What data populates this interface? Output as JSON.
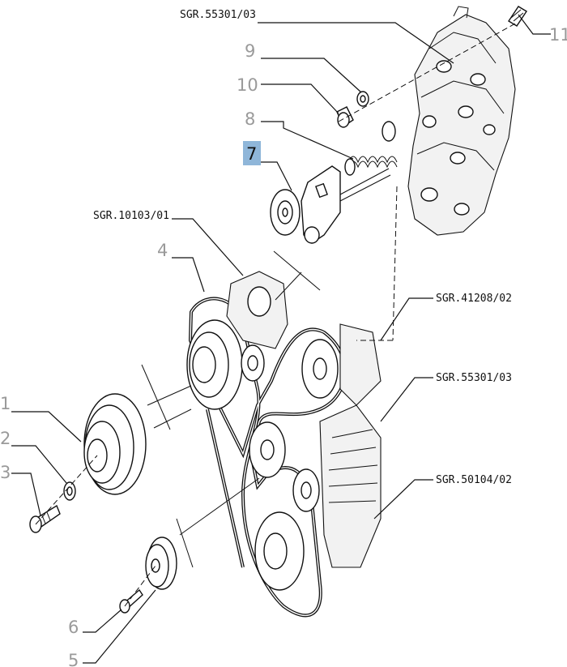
{
  "diagram": {
    "highlight_color": "#8fb6d9",
    "references": [
      {
        "id": "ref-sgr-55301-03-top",
        "text": "SGR.55301/03"
      },
      {
        "id": "ref-sgr-10103-01",
        "text": "SGR.10103/01"
      },
      {
        "id": "ref-sgr-41208-02",
        "text": "SGR.41208/02"
      },
      {
        "id": "ref-sgr-55301-03-mid",
        "text": "SGR.55301/03"
      },
      {
        "id": "ref-sgr-50104-02",
        "text": "SGR.50104/02"
      }
    ],
    "callouts": [
      {
        "id": "1",
        "text": "1"
      },
      {
        "id": "2",
        "text": "2"
      },
      {
        "id": "3",
        "text": "3"
      },
      {
        "id": "4",
        "text": "4"
      },
      {
        "id": "5",
        "text": "5"
      },
      {
        "id": "6",
        "text": "6"
      },
      {
        "id": "7",
        "text": "7"
      },
      {
        "id": "8",
        "text": "8"
      },
      {
        "id": "9",
        "text": "9"
      },
      {
        "id": "10",
        "text": "10"
      },
      {
        "id": "11",
        "text": "11"
      }
    ]
  }
}
